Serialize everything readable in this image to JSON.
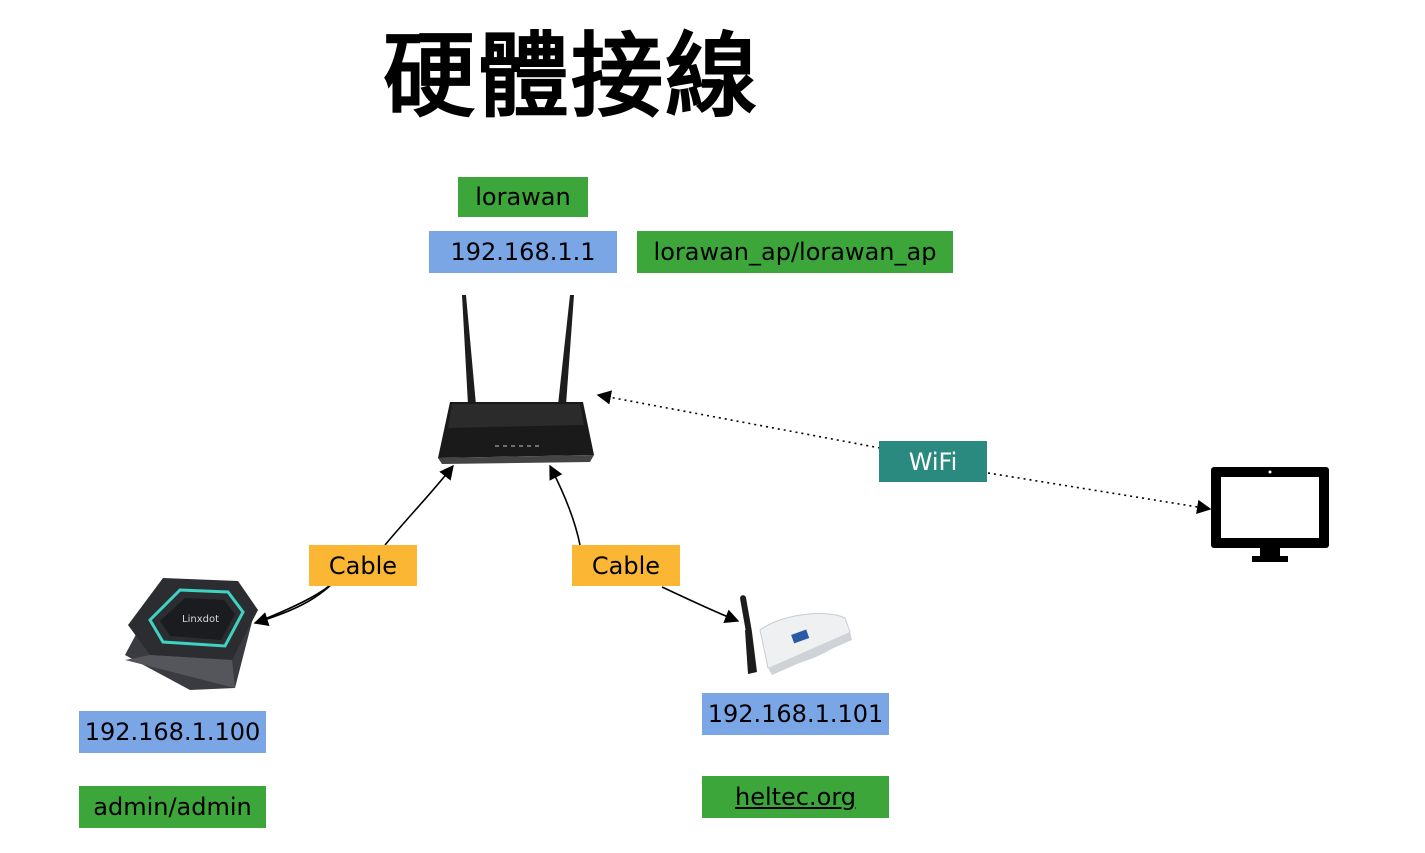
{
  "title": "硬體接線",
  "router": {
    "name_label": "lorawan",
    "ip_label": "192.168.1.1",
    "wifi_credentials": "lorawan_ap/lorawan_ap"
  },
  "gateway_left": {
    "ip_label": "192.168.1.100",
    "credentials": "admin/admin",
    "brand_text": "Linxdot"
  },
  "gateway_right": {
    "ip_label": "192.168.1.101",
    "credentials": "heltec.org"
  },
  "links": {
    "cable_left": "Cable",
    "cable_right": "Cable",
    "wifi": "WiFi"
  },
  "colors": {
    "green": "#3ca63a",
    "blue": "#7aa6e6",
    "orange": "#fbb734",
    "teal": "#2a8a7f"
  },
  "icons": [
    "wifi-router-icon",
    "lora-gateway-icon",
    "antenna-gateway-icon",
    "monitor-icon"
  ]
}
